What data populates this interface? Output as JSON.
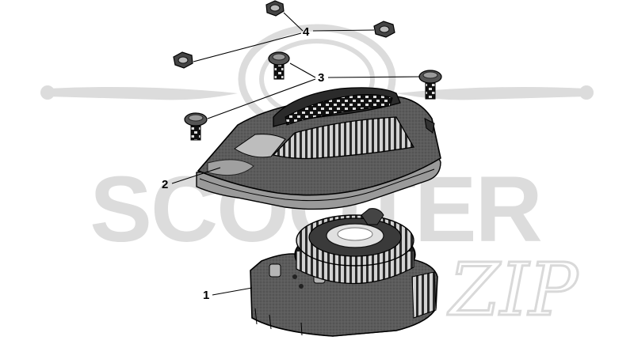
{
  "diagram": {
    "callouts": [
      {
        "id": "1",
        "label": "1",
        "part": "recoil starter housing"
      },
      {
        "id": "2",
        "label": "2",
        "part": "engine cover"
      },
      {
        "id": "3",
        "label": "3",
        "part": "flange bolt"
      },
      {
        "id": "4",
        "label": "4",
        "part": "flange nut"
      }
    ]
  },
  "watermark": {
    "text": "SCOOTER",
    "script": "ZIP",
    "color": "#dcdcdc"
  },
  "colors": {
    "part_fill": "#595959",
    "part_light": "#a8a8a8",
    "part_dark": "#1e1e1e",
    "line": "#000000"
  }
}
